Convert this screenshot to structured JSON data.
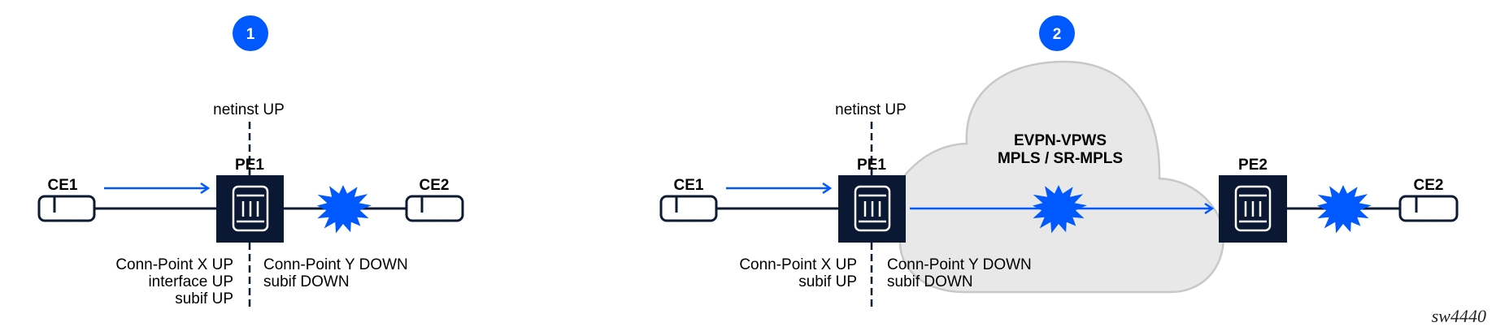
{
  "colors": {
    "accent_blue": "#0058FF",
    "node_navy": "#0B1833",
    "line_dark": "#0D1B33",
    "cloud_fill": "#E8E8E8",
    "cloud_stroke": "#C8C8C8"
  },
  "figure_id": "sw4440",
  "scenarios": [
    {
      "step": "1",
      "ce_left": {
        "label": "CE1",
        "icon": "customer-edge-device-icon"
      },
      "pe": {
        "label": "PE1",
        "icon": "router-node-icon"
      },
      "ce_right": {
        "label": "CE2",
        "icon": "customer-edge-device-icon"
      },
      "failure_icon": "link-failure-starburst-icon",
      "netinst_label": "netinst UP",
      "left_status": [
        "Conn-Point X UP",
        "interface UP",
        "subif UP"
      ],
      "right_status": [
        "Conn-Point Y DOWN",
        "subif DOWN"
      ]
    },
    {
      "step": "2",
      "ce_left": {
        "label": "CE1",
        "icon": "customer-edge-device-icon"
      },
      "pe": {
        "label": "PE1",
        "icon": "router-node-icon"
      },
      "pe_remote": {
        "label": "PE2",
        "icon": "router-node-icon"
      },
      "ce_right": {
        "label": "CE2",
        "icon": "customer-edge-device-icon"
      },
      "cloud": {
        "line1": "EVPN-VPWS",
        "line2": "MPLS / SR-MPLS"
      },
      "failure_icon": "link-failure-starburst-icon",
      "netinst_label": "netinst UP",
      "left_status": [
        "Conn-Point X UP",
        "subif UP"
      ],
      "right_status": [
        "Conn-Point Y DOWN",
        "subif DOWN"
      ]
    }
  ]
}
